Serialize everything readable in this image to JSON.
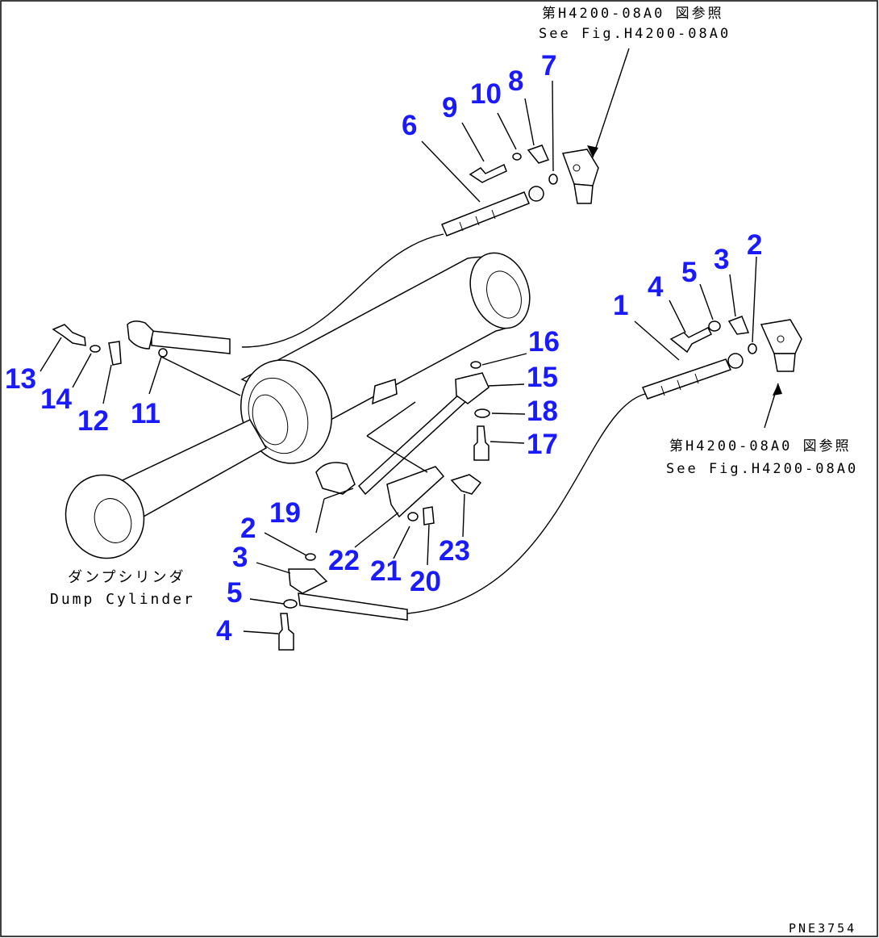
{
  "references": {
    "top": {
      "line_jp": "第H4200-08A0 図参照",
      "line_en": "See Fig.H4200-08A0"
    },
    "right": {
      "line_jp": "第H4200-08A0 図参照",
      "line_en": "See Fig.H4200-08A0"
    }
  },
  "caption": {
    "jp": "ダンプシリンダ",
    "en": "Dump Cylinder"
  },
  "drawing_code": "PNE3754",
  "part_numbers": {
    "n1": "1",
    "n2a": "2",
    "n3a": "3",
    "n4a": "4",
    "n5a": "5",
    "n6": "6",
    "n7": "7",
    "n8": "8",
    "n9": "9",
    "n10": "10",
    "n11": "11",
    "n12": "12",
    "n13": "13",
    "n14": "14",
    "n15": "15",
    "n16": "16",
    "n17": "17",
    "n18": "18",
    "n19": "19",
    "n2b": "2",
    "n3b": "3",
    "n5b": "5",
    "n4b": "4",
    "n20": "20",
    "n21": "21",
    "n22": "22",
    "n23": "23"
  }
}
